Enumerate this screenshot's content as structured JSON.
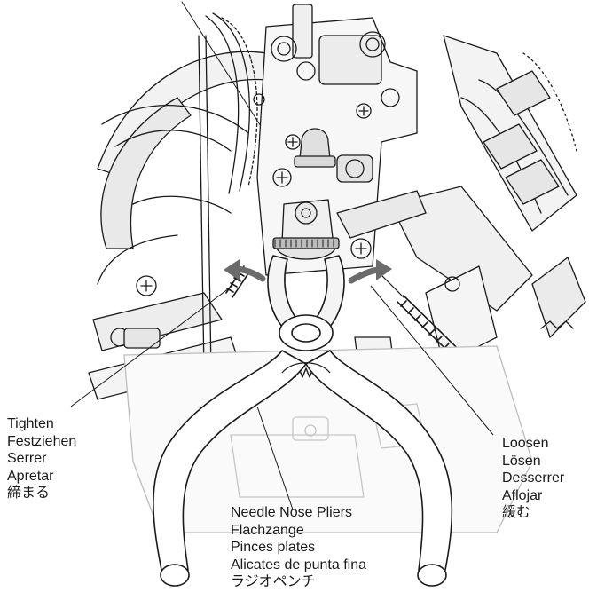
{
  "labels": {
    "tighten": [
      "Tighten",
      "Festziehen",
      "Serrer",
      "Apretar",
      "締まる"
    ],
    "loosen": [
      "Loosen",
      "Lösen",
      "Desserrer",
      "Aflojar",
      "緩む"
    ],
    "pliers": [
      "Needle Nose Pliers",
      "Flachzange",
      "Pinces plates",
      "Alicates de punta fina",
      "ラジオペンチ"
    ]
  },
  "colors": {
    "line": "#1a1a1a",
    "shade": "#d4d4d4",
    "arrow": "#6b6b6b"
  },
  "icons": [
    "pliers-icon",
    "tighten-arrow-icon",
    "loosen-arrow-icon",
    "ball-joint-icon"
  ]
}
